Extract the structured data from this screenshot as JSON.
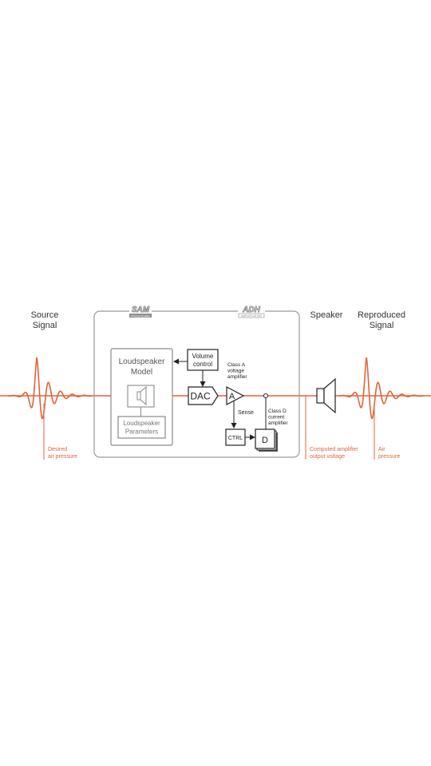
{
  "colors": {
    "signal": "#e0643a",
    "frame": "#9a9a9a",
    "ink": "#222222",
    "badge": "#8d8d8d"
  },
  "labels": {
    "source_signal": [
      "Source",
      "Signal"
    ],
    "speaker": "Speaker",
    "reproduced_signal": [
      "Reproduced",
      "Signal"
    ],
    "sam_badge": "SAM",
    "sam_badge_sub": "PROCESSING",
    "adh_badge": "ADH",
    "adh_badge_sub": "AMPLIFICATION",
    "loudspeaker_model": [
      "Loudspeaker",
      "Model"
    ],
    "loudspeaker_parameters": [
      "Loudspeaker",
      "Parameters"
    ],
    "volume_control": [
      "Volume",
      "control"
    ],
    "dac": "DAC",
    "class_a": [
      "Class A",
      "voltage",
      "amplifier"
    ],
    "amp_a": "A",
    "sense": "Sense",
    "ctrl": "CTRL",
    "class_d": [
      "Class D",
      "current",
      "amplifier"
    ],
    "amp_d": "D",
    "desired_air_pressure": [
      "Desired",
      "air pressure"
    ],
    "computed_voltage": [
      "Computed amplifier",
      "output voltage"
    ],
    "air_pressure": [
      "Air",
      "pressure"
    ]
  },
  "icons": {
    "speaker_small": "loudspeaker-icon",
    "speaker_large": "speaker-cone-icon"
  }
}
